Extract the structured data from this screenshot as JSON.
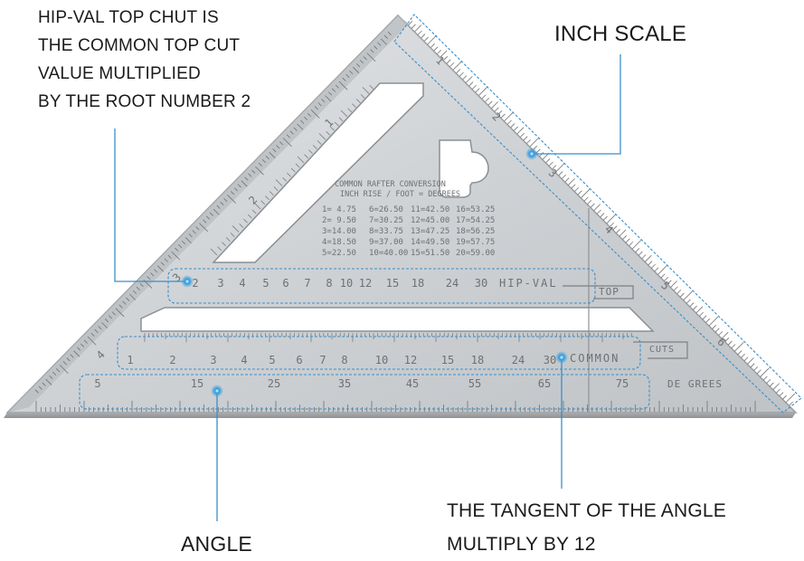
{
  "callouts": {
    "hip_val": [
      "HIP-VAL TOP CHUT IS",
      "THE COMMON TOP CUT",
      "VALUE MULTIPLIED",
      "BY THE ROOT NUMBER 2"
    ],
    "inch_scale": "INCH SCALE",
    "tangent": [
      "THE TANGENT OF THE ANGLE",
      "MULTIPLY BY 12"
    ],
    "angle": "ANGLE"
  },
  "square": {
    "conversion_title": [
      "COMMON RAFTER CONVERSION",
      "INCH RISE / FOOT = DEGREES"
    ],
    "conversion_table": [
      [
        "1= 4.75",
        "6=26.50",
        "11=42.50",
        "16=53.25"
      ],
      [
        "2= 9.50",
        "7=30.25",
        "12=45.00",
        "17=54.25"
      ],
      [
        "3=14.00",
        "8=33.75",
        "13=47.25",
        "18=56.25"
      ],
      [
        "4=18.50",
        "9=37.00",
        "14=49.50",
        "19=57.75"
      ],
      [
        "5=22.50",
        "10=40.00",
        "15=51.50",
        "20=59.00"
      ]
    ],
    "hip_val_label": "HIP-VAL",
    "hip_val_numbers": [
      "2",
      "3",
      "4",
      "5",
      "6",
      "7",
      "8",
      "10",
      "12",
      "15",
      "18",
      "24",
      "30"
    ],
    "common_label": "COMMON",
    "common_numbers": [
      "1",
      "2",
      "3",
      "4",
      "5",
      "6",
      "7",
      "8",
      "10",
      "12",
      "15",
      "18",
      "24",
      "30"
    ],
    "degree_numbers": [
      "5",
      "15",
      "25",
      "35",
      "45",
      "55",
      "65",
      "75"
    ],
    "degrees_label": "DE GREES",
    "top_label": "TOP",
    "cuts_label": "CUTS",
    "inch_numbers": [
      "1",
      "2",
      "3",
      "4",
      "5",
      "6"
    ],
    "left_edge_numbers": [
      "1",
      "2",
      "3",
      "4"
    ]
  },
  "colors": {
    "highlight_line": "#3b8ec9",
    "dot": "#2d9be0",
    "metal": "#c9cccf",
    "engraving": "#6e7174"
  }
}
